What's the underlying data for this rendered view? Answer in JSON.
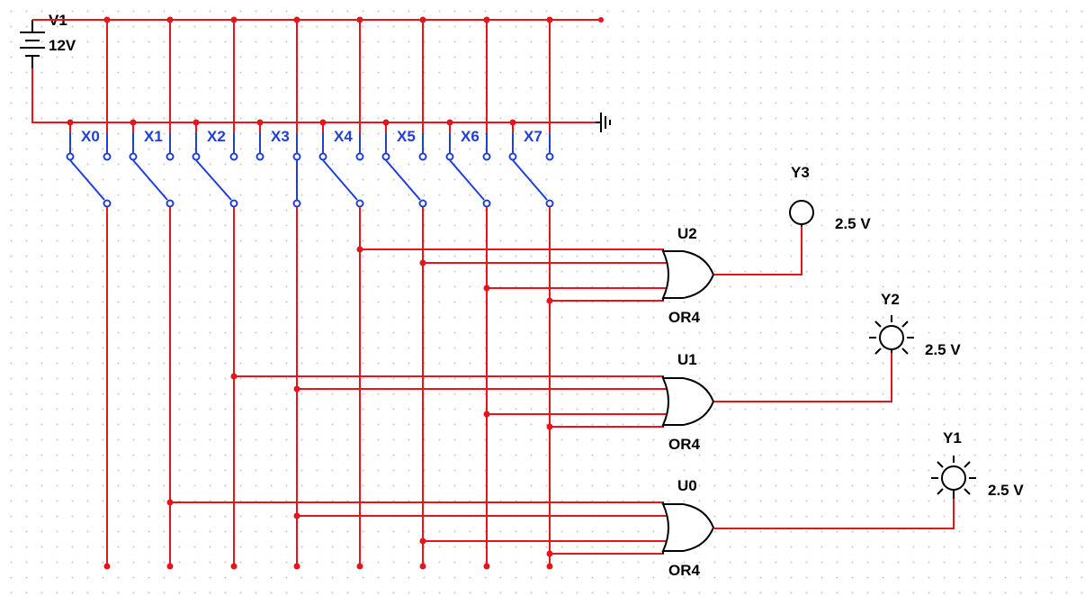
{
  "source": {
    "name": "V1",
    "value": "12V"
  },
  "switches": [
    {
      "label": "X0"
    },
    {
      "label": "X1"
    },
    {
      "label": "X2"
    },
    {
      "label": "X3"
    },
    {
      "label": "X4"
    },
    {
      "label": "X5"
    },
    {
      "label": "X6"
    },
    {
      "label": "X7"
    }
  ],
  "gates": [
    {
      "ref": "U2",
      "type": "OR4"
    },
    {
      "ref": "U1",
      "type": "OR4"
    },
    {
      "ref": "U0",
      "type": "OR4"
    }
  ],
  "outputs": [
    {
      "name": "Y3",
      "reading": "2.5 V",
      "state": "off"
    },
    {
      "name": "Y2",
      "reading": "2.5 V",
      "state": "on"
    },
    {
      "name": "Y1",
      "reading": "2.5 V",
      "state": "on"
    }
  ],
  "colors": {
    "wire": "#e8141b",
    "switch": "#1f3fd6",
    "component": "#000000",
    "grid_dot": "#c8c8c8"
  }
}
